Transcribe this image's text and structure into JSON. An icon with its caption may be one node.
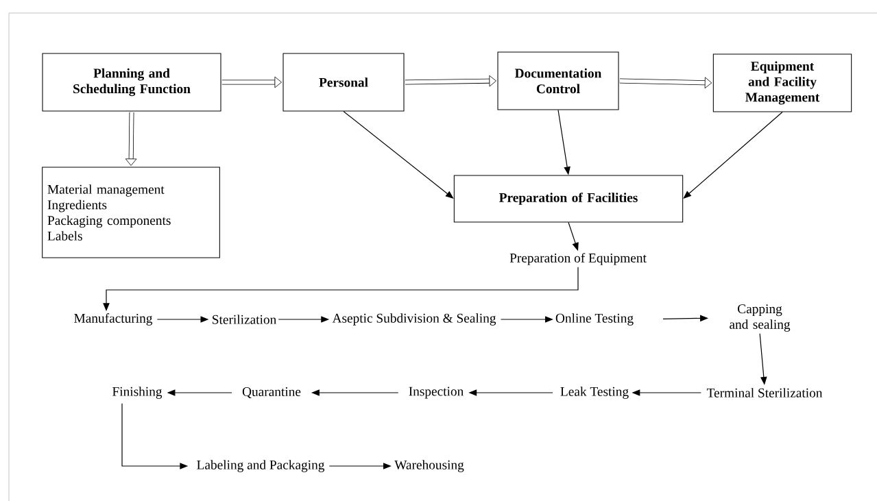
{
  "diagram": {
    "nodes": [
      {
        "text": [
          "Planning and Scheduling Function"
        ]
      },
      {
        "text": [
          "Personal"
        ]
      },
      {
        "text": [
          "Documentation Control"
        ]
      },
      {
        "text": [
          "Equipment and Facility Management"
        ]
      },
      {
        "text": [
          "Material management",
          "Ingredients",
          "Packaging components",
          "Labels"
        ]
      },
      {
        "text": [
          "Preparation of Facilities"
        ]
      },
      {
        "text": [
          "Preparation of Equipment"
        ]
      },
      {
        "text": [
          "Manufacturing"
        ]
      },
      {
        "text": [
          "Sterilization"
        ]
      },
      {
        "text": [
          "Aseptic Subdivision & Sealing"
        ]
      },
      {
        "text": [
          "Online Testing"
        ]
      },
      {
        "text": [
          "Capping and sealing"
        ]
      },
      {
        "text": [
          "Terminal Sterilization"
        ]
      },
      {
        "text": [
          "Leak Testing"
        ]
      },
      {
        "text": [
          "Inspection"
        ]
      },
      {
        "text": [
          "Quarantine"
        ]
      },
      {
        "text": [
          "Finishing"
        ]
      },
      {
        "text": [
          "Labeling and Packaging"
        ]
      },
      {
        "text": [
          "Warehousing"
        ]
      }
    ],
    "edges": [
      {
        "from": 0,
        "to": 1,
        "arrow": "to",
        "style": "thick"
      },
      {
        "from": 1,
        "to": 2,
        "arrow": "to",
        "style": "thick"
      },
      {
        "from": 2,
        "to": 3,
        "arrow": "to",
        "style": "thick"
      },
      {
        "from": 0,
        "to": 4,
        "arrow": "to",
        "style": "thick"
      },
      {
        "from": 1,
        "to": 5,
        "arrow": "to"
      },
      {
        "from": 2,
        "to": 5,
        "arrow": "to"
      },
      {
        "from": 3,
        "to": 5,
        "arrow": "to"
      },
      {
        "from": 5,
        "to": 6,
        "arrow": "to"
      },
      {
        "from": 6,
        "to": 7,
        "arrow": "to"
      },
      {
        "from": 7,
        "to": 8,
        "arrow": "to"
      },
      {
        "from": 8,
        "to": 9,
        "arrow": "to"
      },
      {
        "from": 9,
        "to": 10,
        "arrow": "to"
      },
      {
        "from": 10,
        "to": 11,
        "arrow": "to"
      },
      {
        "from": 11,
        "to": 12,
        "arrow": "to"
      },
      {
        "from": 12,
        "to": 13,
        "arrow": "to"
      },
      {
        "from": 13,
        "to": 14,
        "arrow": "to"
      },
      {
        "from": 14,
        "to": 15,
        "arrow": "to"
      },
      {
        "from": 15,
        "to": 16,
        "arrow": "to"
      },
      {
        "from": 16,
        "to": 17,
        "arrow": "to"
      },
      {
        "from": 17,
        "to": 18,
        "arrow": "to"
      }
    ]
  }
}
